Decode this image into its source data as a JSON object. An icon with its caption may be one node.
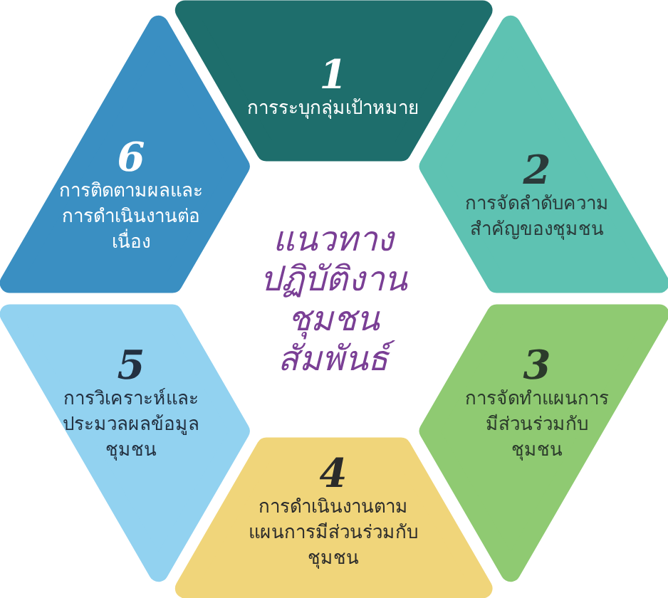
{
  "diagram": {
    "title": "แนวทางปฏิบัติงานชุมชนสัมพันธ์",
    "nodes": [
      {
        "text": [
          "1",
          "การระบุกลุ่มเป้าหมาย"
        ]
      },
      {
        "text": [
          "2",
          "การจัดลำดับความสำคัญของชุมชน"
        ]
      },
      {
        "text": [
          "3",
          "การจัดทำแผนการมีส่วนร่วมกับชุมชน"
        ]
      },
      {
        "text": [
          "4",
          "การดำเนินงานตามแผนการมีส่วนร่วมกับชุมชน"
        ]
      },
      {
        "text": [
          "5",
          "การวิเคราะห์และประมวลผลข้อมูลชุมชน"
        ]
      },
      {
        "text": [
          "6",
          "การติดตามผลและการดำเนินงานต่อเนื่อง"
        ]
      }
    ]
  }
}
